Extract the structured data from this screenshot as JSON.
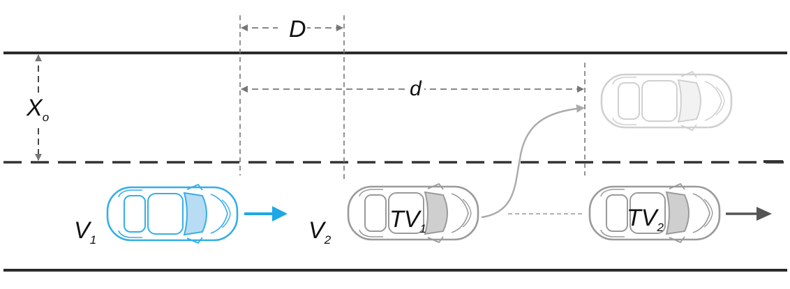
{
  "labels": {
    "D": "D",
    "d": "d",
    "X": {
      "base": "X",
      "sub": "o"
    },
    "V1": {
      "base": "V",
      "sub": "1"
    },
    "V2": {
      "base": "V",
      "sub": "2"
    },
    "TV1": {
      "base": "TV",
      "sub": "1"
    },
    "TV2": {
      "base": "TV",
      "sub": "2"
    }
  },
  "colors": {
    "road_line": "#2b2b2b",
    "dimension": "#777777",
    "ego_vehicle": "#35aee8",
    "ego_fill": "#b8dcf3",
    "target_vehicle": "#9a9a9a",
    "target_shade": "#cfcfcf",
    "ghost_vehicle": "#d0d0d0",
    "arrow_ego": "#1fa8e6",
    "arrow_target": "#555555"
  },
  "vehicles": [
    {
      "name": "ego-vehicle-v1",
      "color": "blue",
      "icon": "car-top-view-icon"
    },
    {
      "name": "target-vehicle-tv1",
      "color": "gray",
      "icon": "car-top-view-icon"
    },
    {
      "name": "target-vehicle-tv2",
      "color": "gray",
      "icon": "car-top-view-icon"
    },
    {
      "name": "ghost-vehicle-tv1-after-lane-change",
      "color": "light-gray",
      "icon": "car-top-view-icon"
    }
  ]
}
